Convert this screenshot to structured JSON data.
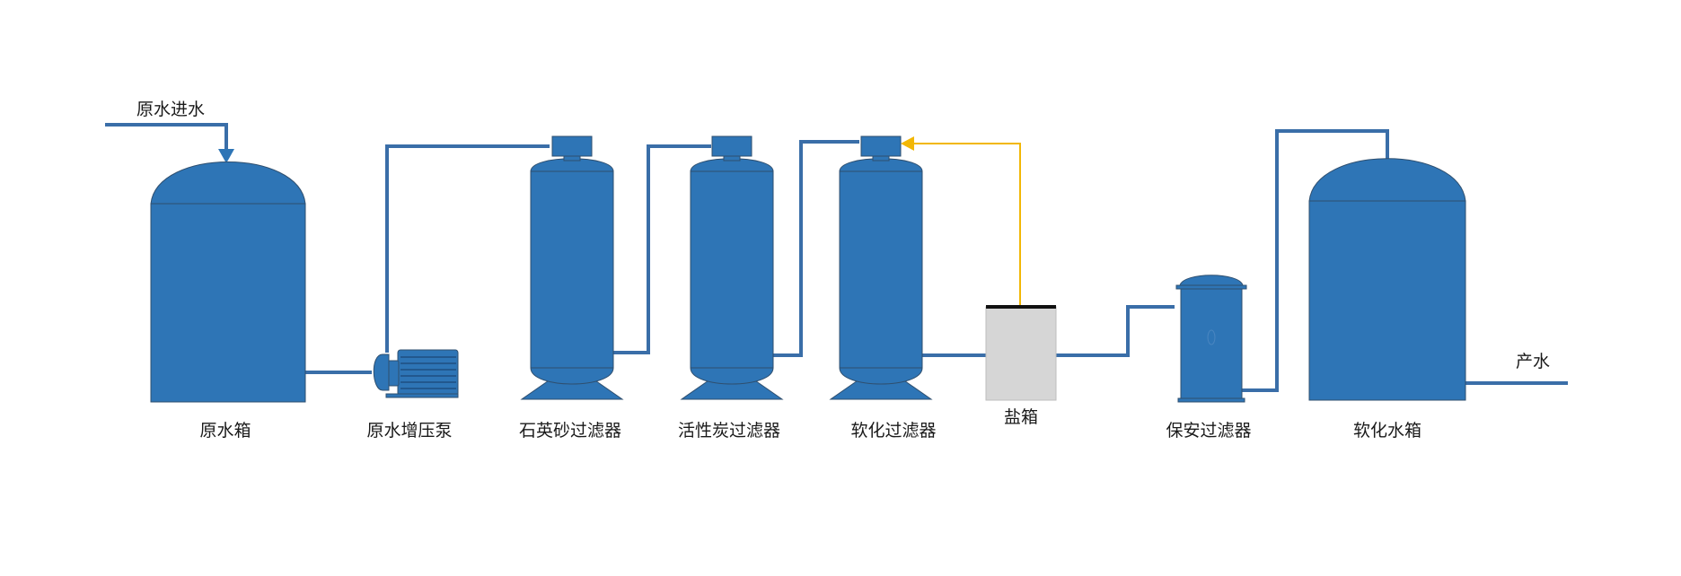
{
  "colors": {
    "equipment": "#2E75B6",
    "outline": "#2F4F6F",
    "pipe": "#3A6EA8",
    "brine_line": "#F2B705",
    "salt_box": "#D6D6D6",
    "salt_box_lid": "#111111"
  },
  "labels": {
    "raw_water_inlet": "原水进水",
    "raw_water_tank": "原水箱",
    "booster_pump": "原水增压泵",
    "quartz_sand_filter": "石英砂过滤器",
    "activated_carbon_filter": "活性炭过滤器",
    "softening_filter": "软化过滤器",
    "salt_box": "盐箱",
    "security_filter": "保安过滤器",
    "softened_water_tank": "软化水箱",
    "product_water": "产水"
  }
}
